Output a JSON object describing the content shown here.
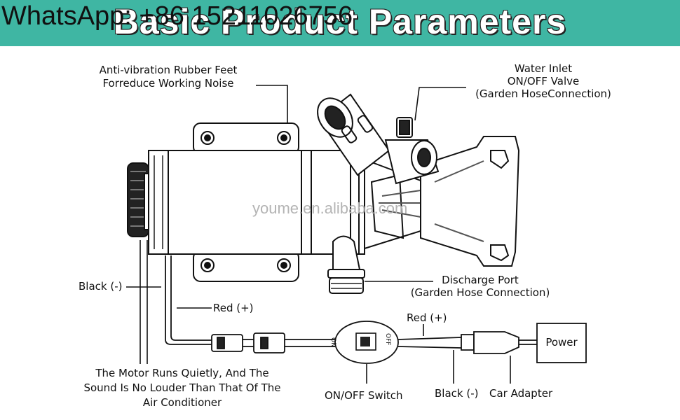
{
  "header": {
    "title": "Basic Product Parameters",
    "overlay_text": "WhatsApp: +86 15211026756",
    "background_color": "#3fb6a3"
  },
  "watermark": "youme.en.alibaba.com",
  "labels": {
    "rubber_feet": [
      "Anti-vibration Rubber Feet",
      "Forreduce Working Noise"
    ],
    "water_inlet": [
      "Water Inlet",
      "ON/OFF Valve",
      "(Garden HoseConnection)"
    ],
    "black_left": "Black (-)",
    "red_left": "Red (+)",
    "discharge": [
      "Discharge Port",
      "(Garden Hose Connection)"
    ],
    "red_right": "Red (+)",
    "power": "Power",
    "motor_note": [
      "The Motor Runs Quietly, And The",
      "Sound Is No Louder Than That Of The",
      "Air Conditioner"
    ],
    "switch": "ON/OFF Switch",
    "black_right": "Black (-)",
    "car_adapter": "Car Adapter",
    "switch_on": "ON",
    "switch_off": "OFF"
  }
}
